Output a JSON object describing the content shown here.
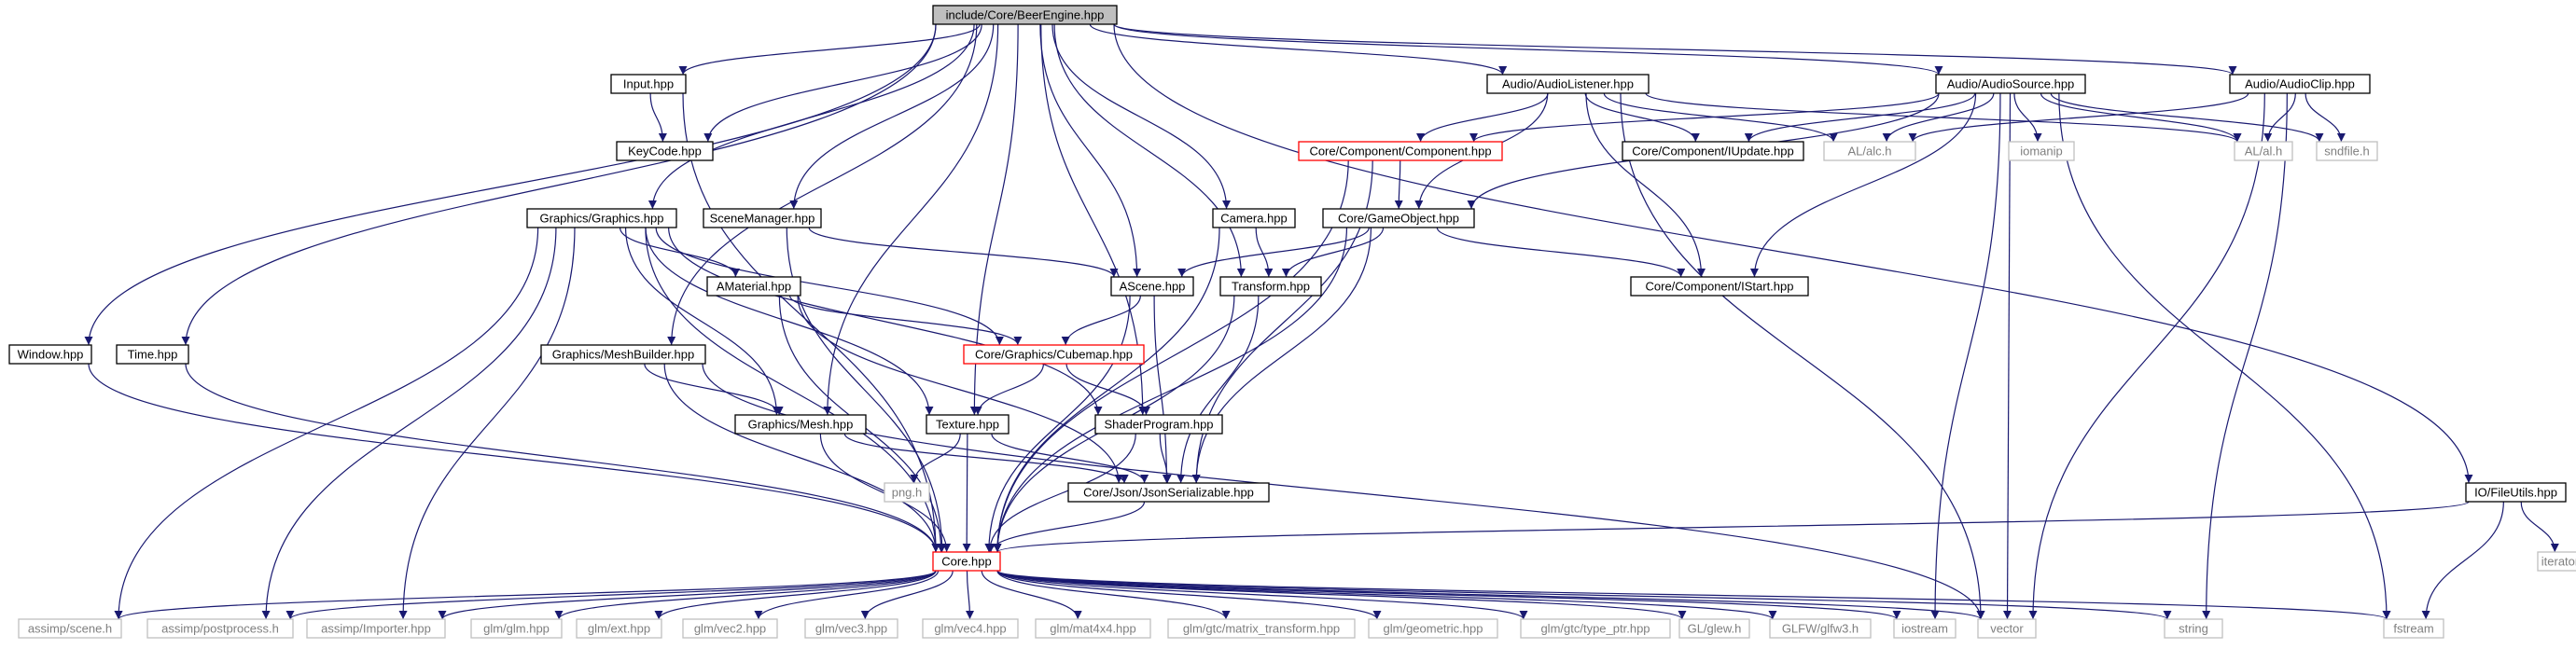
{
  "colors": {
    "edge": "#191970",
    "node_border": "#000000",
    "root_fill": "#bfbfbf",
    "highlight_border": "#ff0000",
    "external_border": "#bfbfbf",
    "external_text": "#7f7f7f"
  },
  "nodes": [
    {
      "id": "root",
      "label": "include/Core/BeerEngine.hpp",
      "kind": "root"
    },
    {
      "id": "input",
      "label": "Input.hpp",
      "kind": "file"
    },
    {
      "id": "keycode",
      "label": "KeyCode.hpp",
      "kind": "file"
    },
    {
      "id": "audiolistener",
      "label": "Audio/AudioListener.hpp",
      "kind": "file"
    },
    {
      "id": "audiosource",
      "label": "Audio/AudioSource.hpp",
      "kind": "file"
    },
    {
      "id": "audioclip",
      "label": "Audio/AudioClip.hpp",
      "kind": "file"
    },
    {
      "id": "component",
      "label": "Core/Component/Component.hpp",
      "kind": "highlight"
    },
    {
      "id": "iupdate",
      "label": "Core/Component/IUpdate.hpp",
      "kind": "file"
    },
    {
      "id": "alc",
      "label": "AL/alc.h",
      "kind": "external"
    },
    {
      "id": "iomanip",
      "label": "iomanip",
      "kind": "external"
    },
    {
      "id": "al",
      "label": "AL/al.h",
      "kind": "external"
    },
    {
      "id": "sndfile",
      "label": "sndfile.h",
      "kind": "external"
    },
    {
      "id": "graphics",
      "label": "Graphics/Graphics.hpp",
      "kind": "file"
    },
    {
      "id": "scenemanager",
      "label": "SceneManager.hpp",
      "kind": "file"
    },
    {
      "id": "camera",
      "label": "Camera.hpp",
      "kind": "file"
    },
    {
      "id": "gameobject",
      "label": "Core/GameObject.hpp",
      "kind": "file"
    },
    {
      "id": "amaterial",
      "label": "AMaterial.hpp",
      "kind": "file"
    },
    {
      "id": "ascene",
      "label": "AScene.hpp",
      "kind": "file"
    },
    {
      "id": "transform",
      "label": "Transform.hpp",
      "kind": "file"
    },
    {
      "id": "istart",
      "label": "Core/Component/IStart.hpp",
      "kind": "file"
    },
    {
      "id": "window",
      "label": "Window.hpp",
      "kind": "file"
    },
    {
      "id": "time",
      "label": "Time.hpp",
      "kind": "file"
    },
    {
      "id": "meshbuilder",
      "label": "Graphics/MeshBuilder.hpp",
      "kind": "file"
    },
    {
      "id": "cubemap",
      "label": "Core/Graphics/Cubemap.hpp",
      "kind": "highlight"
    },
    {
      "id": "mesh",
      "label": "Graphics/Mesh.hpp",
      "kind": "file"
    },
    {
      "id": "texture",
      "label": "Texture.hpp",
      "kind": "file"
    },
    {
      "id": "shaderprogram",
      "label": "ShaderProgram.hpp",
      "kind": "file"
    },
    {
      "id": "png",
      "label": "png.h",
      "kind": "external"
    },
    {
      "id": "json",
      "label": "Core/Json/JsonSerializable.hpp",
      "kind": "file"
    },
    {
      "id": "fileutils",
      "label": "IO/FileUtils.hpp",
      "kind": "file"
    },
    {
      "id": "iterator",
      "label": "iterator",
      "kind": "external"
    },
    {
      "id": "core",
      "label": "Core.hpp",
      "kind": "highlight"
    },
    {
      "id": "scene",
      "label": "assimp/scene.h",
      "kind": "external"
    },
    {
      "id": "postprocess",
      "label": "assimp/postprocess.h",
      "kind": "external"
    },
    {
      "id": "importer",
      "label": "assimp/Importer.hpp",
      "kind": "external"
    },
    {
      "id": "glm",
      "label": "glm/glm.hpp",
      "kind": "external"
    },
    {
      "id": "ext",
      "label": "glm/ext.hpp",
      "kind": "external"
    },
    {
      "id": "vec2",
      "label": "glm/vec2.hpp",
      "kind": "external"
    },
    {
      "id": "vec3",
      "label": "glm/vec3.hpp",
      "kind": "external"
    },
    {
      "id": "vec4",
      "label": "glm/vec4.hpp",
      "kind": "external"
    },
    {
      "id": "mat4x4",
      "label": "glm/mat4x4.hpp",
      "kind": "external"
    },
    {
      "id": "matrix_transform",
      "label": "glm/gtc/matrix_transform.hpp",
      "kind": "external"
    },
    {
      "id": "geometric",
      "label": "glm/geometric.hpp",
      "kind": "external"
    },
    {
      "id": "type_ptr",
      "label": "glm/gtc/type_ptr.hpp",
      "kind": "external"
    },
    {
      "id": "glew",
      "label": "GL/glew.h",
      "kind": "external"
    },
    {
      "id": "glfw3",
      "label": "GLFW/glfw3.h",
      "kind": "external"
    },
    {
      "id": "iostream",
      "label": "iostream",
      "kind": "external"
    },
    {
      "id": "vector",
      "label": "vector",
      "kind": "external"
    },
    {
      "id": "string",
      "label": "string",
      "kind": "external"
    },
    {
      "id": "fstream",
      "label": "fstream",
      "kind": "external"
    }
  ],
  "edges": [
    [
      "root",
      "input"
    ],
    [
      "root",
      "keycode"
    ],
    [
      "root",
      "audiolistener"
    ],
    [
      "root",
      "audiosource"
    ],
    [
      "root",
      "audioclip"
    ],
    [
      "root",
      "fileutils"
    ],
    [
      "root",
      "window"
    ],
    [
      "root",
      "time"
    ],
    [
      "root",
      "graphics"
    ],
    [
      "root",
      "scenemanager"
    ],
    [
      "root",
      "meshbuilder"
    ],
    [
      "root",
      "ascene"
    ],
    [
      "root",
      "transform"
    ],
    [
      "root",
      "camera"
    ],
    [
      "root",
      "texture"
    ],
    [
      "root",
      "mesh"
    ],
    [
      "root",
      "shaderprogram"
    ],
    [
      "input",
      "keycode"
    ],
    [
      "input",
      "core"
    ],
    [
      "audiolistener",
      "component"
    ],
    [
      "audiolistener",
      "gameobject"
    ],
    [
      "audiolistener",
      "iupdate"
    ],
    [
      "audiolistener",
      "alc"
    ],
    [
      "audiolistener",
      "al"
    ],
    [
      "audiolistener",
      "istart"
    ],
    [
      "audiolistener",
      "vector"
    ],
    [
      "audiosource",
      "component"
    ],
    [
      "audiosource",
      "gameobject"
    ],
    [
      "audiosource",
      "iupdate"
    ],
    [
      "audiosource",
      "alc"
    ],
    [
      "audiosource",
      "iomanip"
    ],
    [
      "audiosource",
      "al"
    ],
    [
      "audiosource",
      "sndfile"
    ],
    [
      "audiosource",
      "istart"
    ],
    [
      "audiosource",
      "iostream"
    ],
    [
      "audiosource",
      "vector"
    ],
    [
      "audiosource",
      "fstream"
    ],
    [
      "audioclip",
      "alc"
    ],
    [
      "audioclip",
      "al"
    ],
    [
      "audioclip",
      "sndfile"
    ],
    [
      "audioclip",
      "vector"
    ],
    [
      "audioclip",
      "string"
    ],
    [
      "component",
      "gameobject"
    ],
    [
      "component",
      "json"
    ],
    [
      "component",
      "core"
    ],
    [
      "gameobject",
      "ascene"
    ],
    [
      "gameobject",
      "transform"
    ],
    [
      "gameobject",
      "istart"
    ],
    [
      "gameobject",
      "json"
    ],
    [
      "gameobject",
      "core"
    ],
    [
      "graphics",
      "amaterial"
    ],
    [
      "graphics",
      "mesh"
    ],
    [
      "graphics",
      "texture"
    ],
    [
      "graphics",
      "shaderprogram"
    ],
    [
      "graphics",
      "core"
    ],
    [
      "graphics",
      "scene"
    ],
    [
      "graphics",
      "postprocess"
    ],
    [
      "graphics",
      "importer"
    ],
    [
      "graphics",
      "cubemap"
    ],
    [
      "scenemanager",
      "ascene"
    ],
    [
      "scenemanager",
      "core"
    ],
    [
      "camera",
      "transform"
    ],
    [
      "camera",
      "core"
    ],
    [
      "amaterial",
      "cubemap"
    ],
    [
      "amaterial",
      "json"
    ],
    [
      "amaterial",
      "core"
    ],
    [
      "ascene",
      "cubemap"
    ],
    [
      "ascene",
      "json"
    ],
    [
      "ascene",
      "core"
    ],
    [
      "transform",
      "json"
    ],
    [
      "transform",
      "core"
    ],
    [
      "window",
      "core"
    ],
    [
      "time",
      "core"
    ],
    [
      "meshbuilder",
      "mesh"
    ],
    [
      "meshbuilder",
      "core"
    ],
    [
      "meshbuilder",
      "vector"
    ],
    [
      "cubemap",
      "texture"
    ],
    [
      "cubemap",
      "shaderprogram"
    ],
    [
      "mesh",
      "json"
    ],
    [
      "mesh",
      "core"
    ],
    [
      "texture",
      "png"
    ],
    [
      "texture",
      "json"
    ],
    [
      "texture",
      "core"
    ],
    [
      "shaderprogram",
      "json"
    ],
    [
      "shaderprogram",
      "core"
    ],
    [
      "json",
      "core"
    ],
    [
      "fileutils",
      "core"
    ],
    [
      "fileutils",
      "iterator"
    ],
    [
      "fileutils",
      "fstream"
    ],
    [
      "core",
      "scene"
    ],
    [
      "core",
      "postprocess"
    ],
    [
      "core",
      "importer"
    ],
    [
      "core",
      "glm"
    ],
    [
      "core",
      "ext"
    ],
    [
      "core",
      "vec2"
    ],
    [
      "core",
      "vec3"
    ],
    [
      "core",
      "vec4"
    ],
    [
      "core",
      "mat4x4"
    ],
    [
      "core",
      "matrix_transform"
    ],
    [
      "core",
      "geometric"
    ],
    [
      "core",
      "type_ptr"
    ],
    [
      "core",
      "glew"
    ],
    [
      "core",
      "glfw3"
    ],
    [
      "core",
      "iostream"
    ],
    [
      "core",
      "vector"
    ],
    [
      "core",
      "string"
    ],
    [
      "core",
      "fstream"
    ]
  ]
}
